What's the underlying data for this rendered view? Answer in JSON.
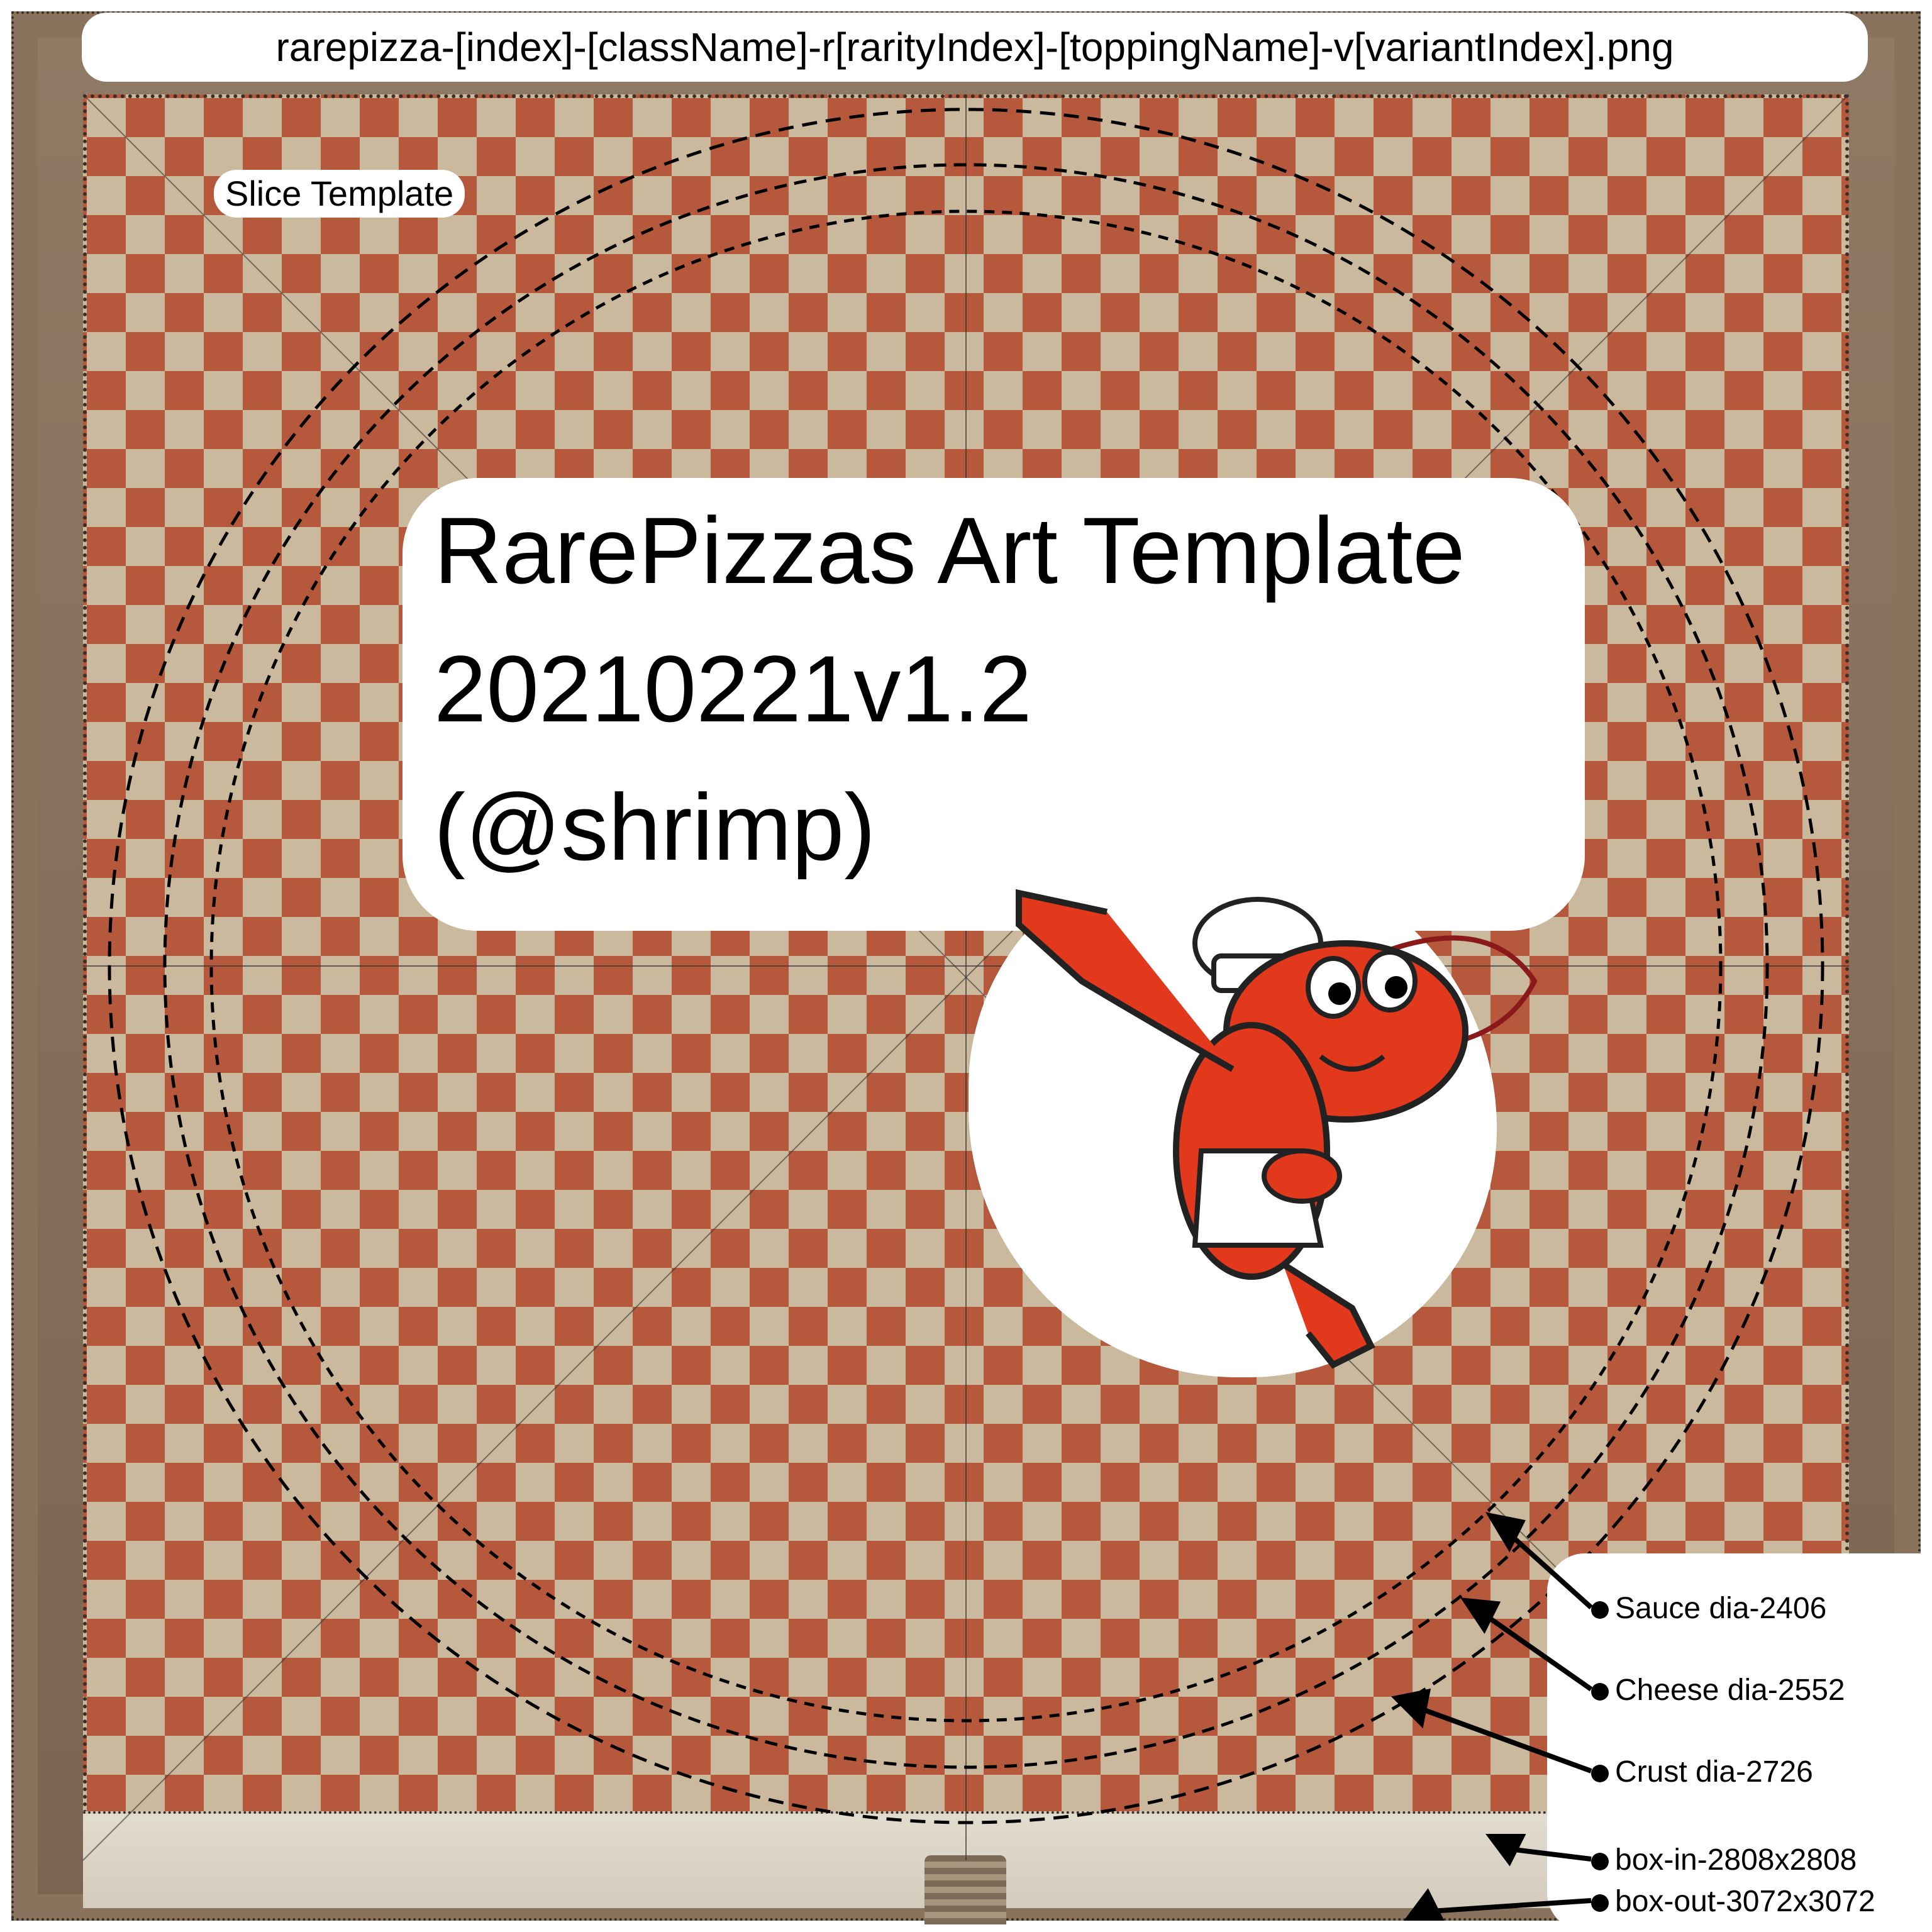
{
  "filename_pattern": "rarepizza-[index]-[className]-r[rarityIndex]-[toppingName]-v[variantIndex].png",
  "slice_label": "Slice Template",
  "title": {
    "line1": "RarePizzas Art Template",
    "line2": "20210221v1.2",
    "line3": "(@shrimp)"
  },
  "legend": [
    {
      "label": "Sauce dia-2406"
    },
    {
      "label": "Cheese dia-2552"
    },
    {
      "label": "Crust dia-2726"
    },
    {
      "label": "box-in-2808x2808"
    },
    {
      "label": "box-out-3072x3072"
    }
  ],
  "mascot": {
    "icon": "shrimp-chef-icon"
  },
  "colors": {
    "checker_red": "#b5583c",
    "checker_beige": "#cbb99d",
    "box_brown": "#8a735c",
    "shrimp_red": "#e2391c"
  }
}
